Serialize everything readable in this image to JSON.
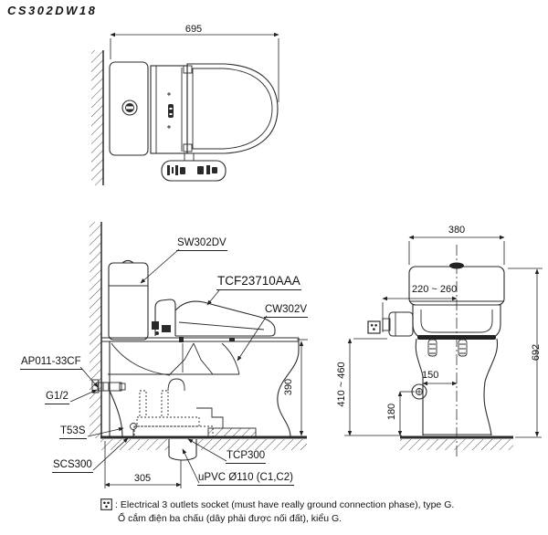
{
  "title": "CS302DW18",
  "top_view": {
    "dim_width": "695"
  },
  "side_view": {
    "labels": {
      "cistern": "SW302DV",
      "washlet": "TCF23710AAA",
      "bowl": "CW302V",
      "angle_valve": "AP011-33CF",
      "thread": "G1/2",
      "seal": "T53S",
      "flange": "SCS300",
      "outlet_socket": "TCP300",
      "drain_pipe": "uPVC Ø110 (C1,C2)"
    },
    "dims": {
      "rim_height": "390",
      "drain_offset": "305"
    }
  },
  "front_view": {
    "dims": {
      "width": "380",
      "supply_offset": "220 ~ 260",
      "total_height": "692",
      "socket_height": "410 ~ 460",
      "inlet_height": "180",
      "inlet_offset": "150"
    }
  },
  "note": {
    "separator": ":",
    "line_en": "Electrical 3 outlets socket (must have really ground connection phase), type G.",
    "line_vi": "Ổ cắm điện ba chấu (dây phải được nối đất), kiểu G."
  }
}
